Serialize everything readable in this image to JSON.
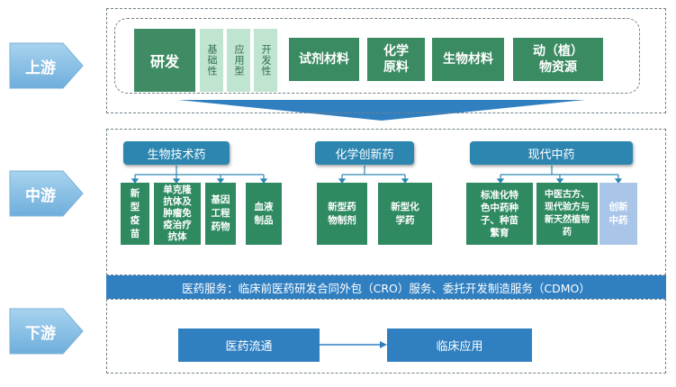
{
  "stages": {
    "upstream": "上游",
    "midstream": "中游",
    "downstream": "下游"
  },
  "upstream": {
    "rnd": "研发",
    "rnd_types": [
      "基础性",
      "应用型",
      "开发性"
    ],
    "materials": [
      "试剂材料",
      "化学\n原料",
      "生物材料",
      "动（植）\n物资源"
    ]
  },
  "midstream": {
    "categories": [
      {
        "label": "生物技术药",
        "items": [
          "新\n型\n疫\n苗",
          "单克隆\n抗体及\n肿瘤免\n疫治疗\n抗体",
          "基因\n工程\n药物",
          "血液\n制品"
        ]
      },
      {
        "label": "化学创新药",
        "items": [
          "新型药\n物制剂",
          "新型化\n学药"
        ]
      },
      {
        "label": "现代中药",
        "items": [
          "标准化特\n色中药种\n子、种苗\n繁育",
          "中医古方、\n现代验方与\n新天然植物\n药",
          "创新\n中药"
        ]
      }
    ]
  },
  "services": "医药服务：临床前医药研发合同外包（CRO）服务、委托开发制造服务（CDMO）",
  "downstream": {
    "items": [
      "医药流通",
      "临床应用"
    ]
  },
  "colors": {
    "stage_arrow": "#8ec3e6",
    "green": "#3a8a62",
    "light_green": "#bfe4cf",
    "blue": "#2f7fc1",
    "header_blue": "#2c86b0",
    "light_blue": "#a9c6e8"
  }
}
